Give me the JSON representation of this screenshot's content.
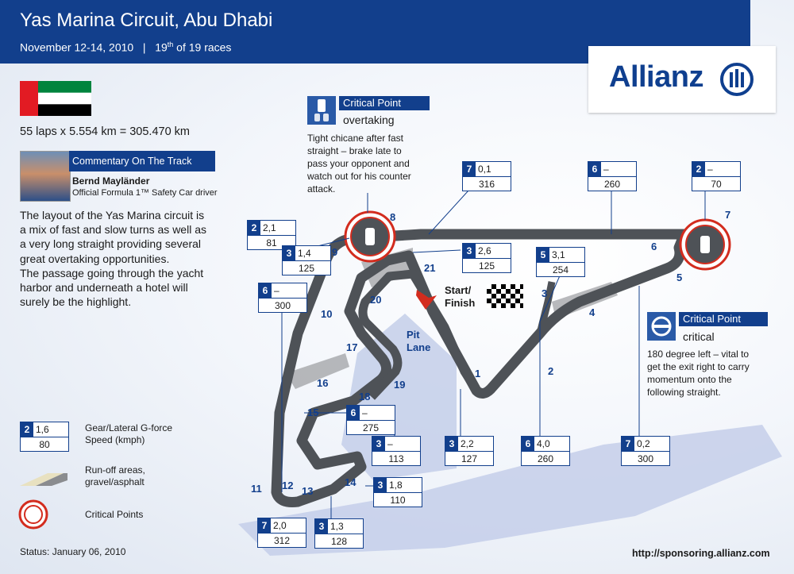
{
  "header": {
    "title": "Yas Marina Circuit, Abu Dhabi",
    "date": "November 12-14, 2010",
    "separator": "|",
    "race_num": "19",
    "race_sup": "th",
    "race_of": "of 19 races"
  },
  "logo": {
    "text": "Allianz",
    "mark": "allianz-eagle-icon"
  },
  "flag": {
    "name": "uae-flag",
    "colors": [
      "#e21b23",
      "#00843d",
      "#ffffff",
      "#000000"
    ]
  },
  "laps": "55 laps x 5.554 km = 305.470 km",
  "commentary": {
    "heading": "Commentary On The Track",
    "name": "Bernd Mayländer",
    "role": "Official Formula 1™ Safety Car driver"
  },
  "description": [
    "The layout of the Yas Marina circuit is",
    "a mix of fast and slow turns as well as",
    "a very long straight providing several",
    "great overtaking opportunities.",
    "The passage going through the yacht",
    "harbor and underneath a hotel will",
    "surely be the highlight."
  ],
  "critical_points": [
    {
      "label": "Critical Point",
      "sub": "overtaking",
      "icon": "car-overtake-icon",
      "text": [
        "Tight chicane after fast",
        "straight – brake late to",
        "pass your opponent and",
        "watch out for his counter",
        "attack."
      ]
    },
    {
      "label": "Critical Point",
      "sub": "critical",
      "icon": "steering-wheel-icon",
      "text": [
        "180 degree left – vital to",
        "get the exit right to carry",
        "momentum onto the",
        "following straight."
      ]
    }
  ],
  "speed_boxes": [
    {
      "gear": "2",
      "lat": "2,1",
      "speed": "81"
    },
    {
      "gear": "3",
      "lat": "1,4",
      "speed": "125"
    },
    {
      "gear": "6",
      "lat": "–",
      "speed": "300"
    },
    {
      "gear": "7",
      "lat": "0,1",
      "speed": "316"
    },
    {
      "gear": "3",
      "lat": "2,6",
      "speed": "125"
    },
    {
      "gear": "6",
      "lat": "–",
      "speed": "260"
    },
    {
      "gear": "2",
      "lat": "–",
      "speed": "70"
    },
    {
      "gear": "5",
      "lat": "3,1",
      "speed": "254"
    },
    {
      "gear": "6",
      "lat": "–",
      "speed": "275"
    },
    {
      "gear": "3",
      "lat": "–",
      "speed": "113"
    },
    {
      "gear": "3",
      "lat": "2,2",
      "speed": "127"
    },
    {
      "gear": "6",
      "lat": "4,0",
      "speed": "260"
    },
    {
      "gear": "7",
      "lat": "0,2",
      "speed": "300"
    },
    {
      "gear": "3",
      "lat": "1,8",
      "speed": "110"
    },
    {
      "gear": "7",
      "lat": "2,0",
      "speed": "312"
    },
    {
      "gear": "3",
      "lat": "1,3",
      "speed": "128"
    }
  ],
  "turns": [
    "1",
    "2",
    "3",
    "4",
    "5",
    "6",
    "7",
    "8",
    "9",
    "10",
    "11",
    "12",
    "13",
    "14",
    "15",
    "16",
    "17",
    "18",
    "19",
    "20",
    "21"
  ],
  "start_finish": [
    "Start/",
    "Finish"
  ],
  "pit_lane": [
    "Pit",
    "Lane"
  ],
  "legend": {
    "box": {
      "gear": "2",
      "lat": "1,6",
      "speed": "80"
    },
    "box_text": [
      "Gear/Lateral G-force",
      "Speed (kmph)"
    ],
    "runoff_text": [
      "Run-off areas,",
      "gravel/asphalt"
    ],
    "critical_text": "Critical Points"
  },
  "status": "Status: January 06, 2010",
  "url": "http://sponsoring.allianz.com"
}
